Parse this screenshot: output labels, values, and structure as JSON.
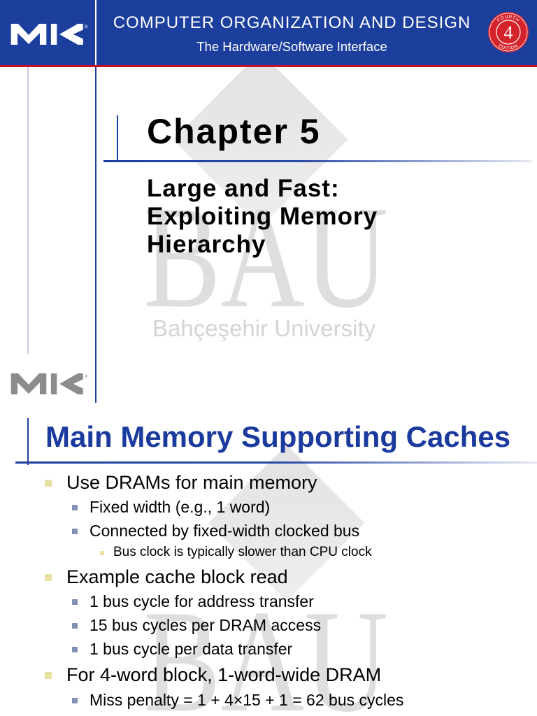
{
  "header": {
    "title": "COMPUTER ORGANIZATION AND DESIGN",
    "subtitle": "The Hardware/Software Interface",
    "edition_number": "4",
    "edition_top": "FOURTH",
    "edition_bottom": "EDITION"
  },
  "publisher_logo": {
    "icon": "mk-logo-icon",
    "trademark": "®"
  },
  "watermark": {
    "letters": "BAU",
    "university": "Bahçeşehir University"
  },
  "slide1": {
    "chapter": "Chapter 5",
    "subtitle_lines": [
      "Large and Fast:",
      "Exploiting Memory",
      "Hierarchy"
    ]
  },
  "slide2": {
    "title": "Main Memory Supporting Caches",
    "bullets": [
      {
        "level": 1,
        "text": "Use DRAMs for main memory"
      },
      {
        "level": 2,
        "text": "Fixed width (e.g., 1 word)"
      },
      {
        "level": 2,
        "text": "Connected by fixed-width clocked bus"
      },
      {
        "level": 3,
        "text": "Bus clock is typically slower than CPU clock"
      },
      {
        "level": 1,
        "text": "Example cache block read"
      },
      {
        "level": 2,
        "text": "1 bus cycle for address transfer"
      },
      {
        "level": 2,
        "text": "15 bus cycles per DRAM access"
      },
      {
        "level": 2,
        "text": "1 bus cycle per data transfer"
      },
      {
        "level": 1,
        "text": "For 4-word block, 1-word-wide DRAM"
      },
      {
        "level": 2,
        "text": "Miss penalty = 1 + 4×15 + 1 = 62 bus cycles"
      }
    ]
  },
  "colors": {
    "header_blue": "#1c3f9e",
    "accent_red": "#c8102e",
    "title_blue": "#1a3a9e",
    "bullet_level1": "#e9e0a3",
    "bullet_level2": "#7f90b2",
    "watermark_gray": "#dedede"
  }
}
